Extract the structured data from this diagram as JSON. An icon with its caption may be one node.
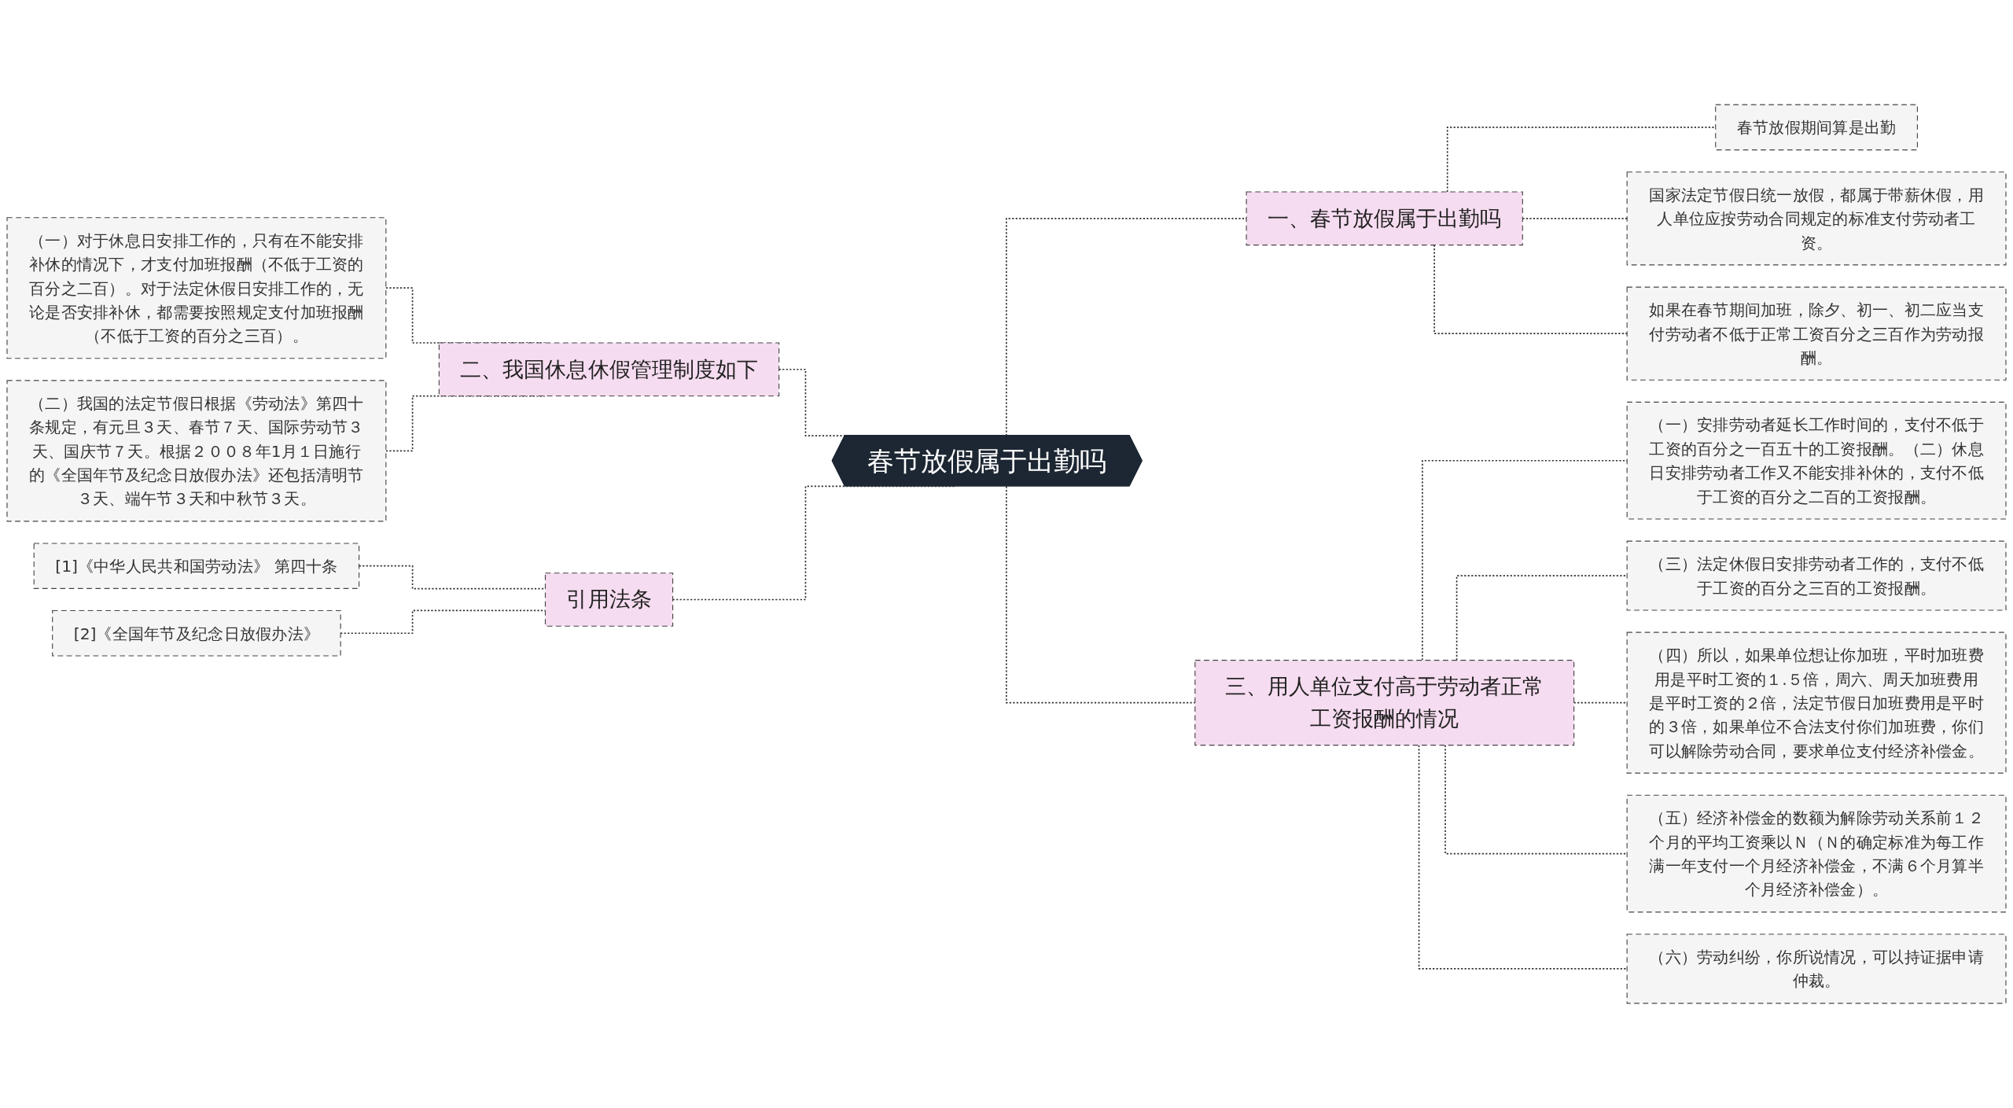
{
  "diagram": {
    "nodes": [
      {
        "text": [
          "春节放假属于出勤吗"
        ]
      },
      {
        "text": [
          "一、春节放假属于出勤吗"
        ]
      },
      {
        "text": [
          "春节放假期间算是出勤"
        ]
      },
      {
        "text": [
          "国家法定节假日统一放假，都属于带薪休假，用人单位应按劳动合同规定的标准支付劳动者工资。"
        ]
      },
      {
        "text": [
          "如果在春节期间加班，除夕、初一、初二应当支付劳动者不低于正常工资百分之三百作为劳动报酬。"
        ]
      },
      {
        "text": [
          "三、用人单位支付高于劳动者正常工资报酬的情况"
        ]
      },
      {
        "text": [
          "（一）安排劳动者延长工作时间的，支付不低于工资的百分之一百五十的工资报酬。（二）休息日安排劳动者工作又不能安排补休的，支付不低于工资的百分之二百的工资报酬。"
        ]
      },
      {
        "text": [
          "（三）法定休假日安排劳动者工作的，支付不低于工资的百分之三百的工资报酬。"
        ]
      },
      {
        "text": [
          "（四）所以，如果单位想让你加班，平时加班费用是平时工资的１.５倍，周六、周天加班费用是平时工资的２倍，法定节假日加班费用是平时的３倍，如果单位不合法支付你们加班费，你们可以解除劳动合同，要求单位支付经济补偿金。"
        ]
      },
      {
        "text": [
          "（五）经济补偿金的数额为解除劳动关系前１２个月的平均工资乘以Ｎ（Ｎ的确定标准为每工作满一年支付一个月经济补偿金，不满６个月算半个月经济补偿金）。"
        ]
      },
      {
        "text": [
          "（六）劳动纠纷，你所说情况，可以持证据申请仲裁。"
        ]
      },
      {
        "text": [
          "（一）对于休息日安排工作的，只有在不能安排补休的情况下，才支付加班报酬（不低于工资的百分之二百）。对于法定休假日安排工作的，无论是否安排补休，都需要按照规定支付加班报酬（不低于工资的百分之三百）。"
        ]
      },
      {
        "text": [
          "（二）我国的法定节假日根据《劳动法》第四十条规定，有元旦３天、春节７天、国际劳动节３天、国庆节７天。根据２００８年1月１日施行的《全国年节及纪念日放假办法》还包括清明节３天、端午节３天和中秋节３天。"
        ]
      },
      {
        "text": [
          "二、我国休息休假管理制度如下"
        ]
      },
      {
        "text": [
          "[1]《中华人民共和国劳动法》 第四十条"
        ]
      },
      {
        "text": [
          "[2]《全国年节及纪念日放假办法》"
        ]
      },
      {
        "text": [
          "引用法条"
        ]
      }
    ],
    "edges": [
      {
        "from": 0,
        "to": 1,
        "arrow": "none",
        "style": "dashed"
      },
      {
        "from": 1,
        "to": 2,
        "arrow": "none",
        "style": "dashed"
      },
      {
        "from": 1,
        "to": 3,
        "arrow": "none",
        "style": "dashed"
      },
      {
        "from": 1,
        "to": 4,
        "arrow": "none",
        "style": "dashed"
      },
      {
        "from": 0,
        "to": 5,
        "arrow": "none",
        "style": "dashed"
      },
      {
        "from": 5,
        "to": 6,
        "arrow": "none",
        "style": "dashed"
      },
      {
        "from": 5,
        "to": 7,
        "arrow": "none",
        "style": "dashed"
      },
      {
        "from": 5,
        "to": 8,
        "arrow": "none",
        "style": "dashed"
      },
      {
        "from": 5,
        "to": 9,
        "arrow": "none",
        "style": "dashed"
      },
      {
        "from": 5,
        "to": 10,
        "arrow": "none",
        "style": "dashed"
      },
      {
        "from": 11,
        "to": 13,
        "arrow": "none",
        "style": "dashed"
      },
      {
        "from": 12,
        "to": 13,
        "arrow": "none",
        "style": "dashed"
      },
      {
        "from": 13,
        "to": 0,
        "arrow": "none",
        "style": "dashed"
      },
      {
        "from": 14,
        "to": 16,
        "arrow": "none",
        "style": "dashed"
      },
      {
        "from": 15,
        "to": 16,
        "arrow": "none",
        "style": "dashed"
      },
      {
        "from": 16,
        "to": 0,
        "arrow": "none",
        "style": "dashed"
      }
    ]
  }
}
